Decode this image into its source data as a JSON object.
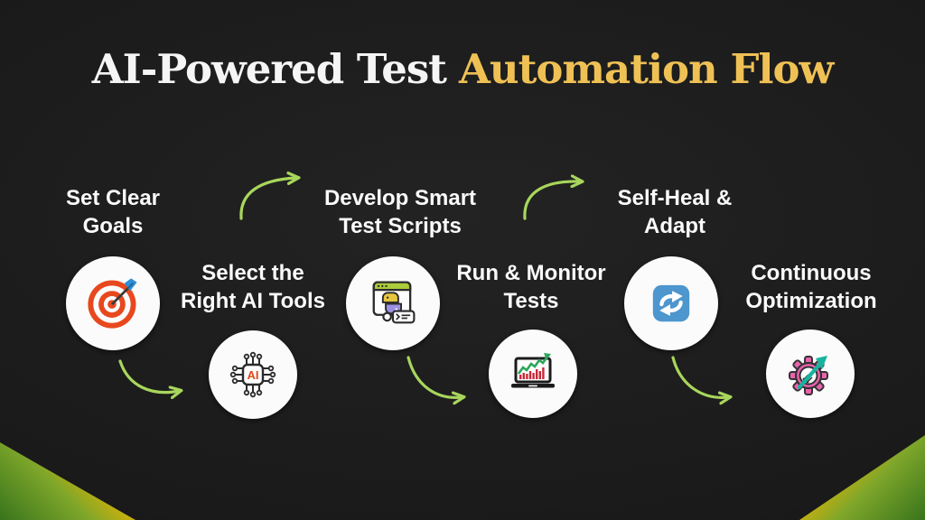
{
  "title": {
    "white_part": "AI-Powered Test",
    "accent_part": "Automation Flow"
  },
  "steps": [
    {
      "id": 1,
      "label_line1": "Set Clear",
      "label_line2": "Goals",
      "icon": "target-icon"
    },
    {
      "id": 2,
      "label_line1": "Select the",
      "label_line2": "Right AI Tools",
      "icon": "ai-chip-icon"
    },
    {
      "id": 3,
      "label_line1": "Develop Smart",
      "label_line2": "Test Scripts",
      "icon": "python-window-icon"
    },
    {
      "id": 4,
      "label_line1": "Run & Monitor",
      "label_line2": "Tests",
      "icon": "laptop-chart-icon"
    },
    {
      "id": 5,
      "label_line1": "Self-Heal &",
      "label_line2": "Adapt",
      "icon": "sync-arrows-icon"
    },
    {
      "id": 6,
      "label_line1": "Continuous",
      "label_line2": "Optimization",
      "icon": "gear-arrow-icon"
    }
  ],
  "icons": {
    "ai_chip_text": "AI"
  },
  "colors": {
    "background": "#1a1a1a",
    "title_white": "#f5f5f5",
    "title_accent": "#efc155",
    "arrow_green": "#a8d65c",
    "circle_white": "#fbfbfb",
    "target_orange": "#e8481e",
    "dart_blue": "#2e8fd4",
    "ai_text_orange": "#e0481c",
    "python_header_green": "#abcb38",
    "python_yellow": "#e7c63f",
    "python_purple": "#9c90e2",
    "chart_bar_red": "#c62a39",
    "chart_line_green": "#2ea65b",
    "sync_blue": "#4d96ce",
    "gear_pink": "#ea63ae",
    "gear_arrow_teal": "#17b39e",
    "corner_green": "#38741c",
    "corner_yellow": "#f6c400"
  }
}
